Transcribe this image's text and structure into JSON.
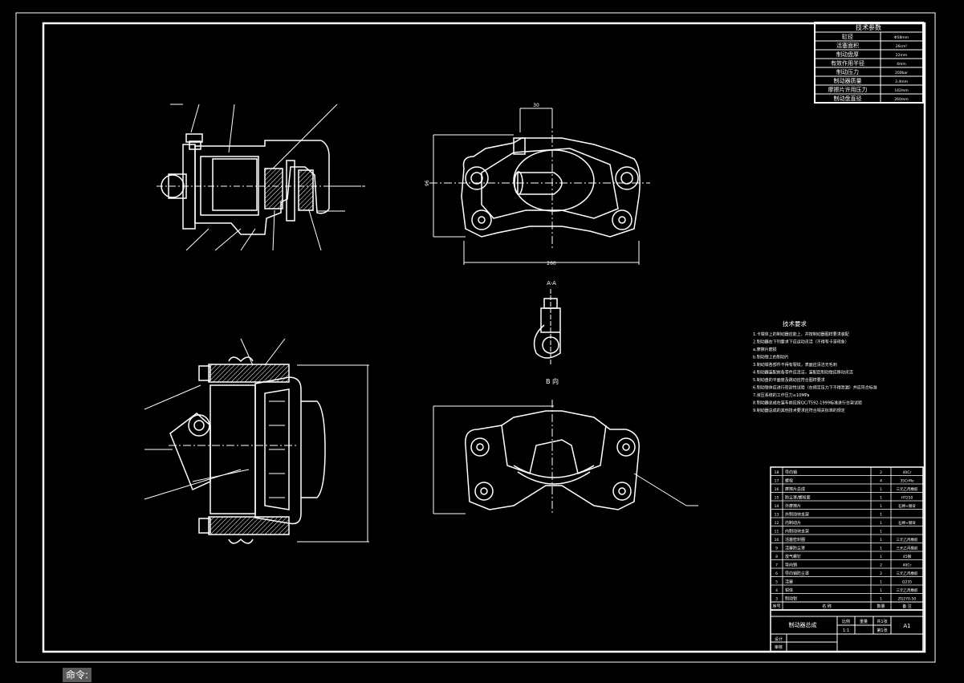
{
  "app": {
    "command_prompt": "命令:"
  },
  "specs_table": {
    "title": "技术参数",
    "rows": [
      {
        "label": "缸径",
        "value": "Φ58mm"
      },
      {
        "label": "活塞面积",
        "value": "26cm²"
      },
      {
        "label": "制动盘厚",
        "value": "22mm"
      },
      {
        "label": "有效作用半径",
        "value": "4mm"
      },
      {
        "label": "制动压力",
        "value": "200bar"
      },
      {
        "label": "制动器质量",
        "value": "3.4mm"
      },
      {
        "label": "摩擦片许用压力",
        "value": "142mm"
      },
      {
        "label": "制动盘直径",
        "value": "260mm"
      }
    ]
  },
  "tech_requirements": {
    "title": "技术要求",
    "lines": [
      "1.卡钳体上的制动器应能上、并按制动器图样要求装配",
      "2.制动器在下列要求下应运动灵活（不得有卡滞现象）",
      "  a.摩擦片磨损",
      "  b.制动钳上的制动片",
      "3.制动钳各部件不得有裂纹，表面应清洁无毛刺",
      "4.制动器装配前各零件应清洁，装配后制动钳应移动灵活",
      "5.制动盘的平面度及跳动应符合图样要求",
      "6.制动钳体应进行密封性试验（在规定压力下不得泄漏）并应符合标准",
      "7.液压系统的工作压力≤10MPa",
      "8.制动器总成在装车前应按QC/T592-1999标准进行台架试验",
      "9.制动器总成的其他技术要求应符合相关标准的规定"
    ]
  },
  "views": {
    "section_label": "A-A",
    "direction_label": "B 向"
  },
  "parts_list": {
    "header": {
      "no": "序号",
      "name": "名 称",
      "qty": "数量",
      "material": "备 注"
    },
    "rows": [
      {
        "no": "18",
        "name": "导向销",
        "qty": "2",
        "material": "40Cr"
      },
      {
        "no": "17",
        "name": "螺栓",
        "qty": "4",
        "material": "35CrMo"
      },
      {
        "no": "16",
        "name": "摩擦片总成",
        "qty": "1",
        "material": "三元乙丙橡胶"
      },
      {
        "no": "15",
        "name": "防尘罩/螺栓套",
        "qty": "1",
        "material": "HT250"
      },
      {
        "no": "14",
        "name": "外摩擦片",
        "qty": "1",
        "material": "石棉+钢背"
      },
      {
        "no": "13",
        "name": "外制动块支架",
        "qty": "1",
        "material": ""
      },
      {
        "no": "12",
        "name": "内制动片",
        "qty": "1",
        "material": "石棉+钢背"
      },
      {
        "no": "11",
        "name": "内制动块支架",
        "qty": "1",
        "material": ""
      },
      {
        "no": "10",
        "name": "活塞密封圈",
        "qty": "1",
        "material": "三元乙丙橡胶"
      },
      {
        "no": "9",
        "name": "活塞防尘罩",
        "qty": "1",
        "material": "三元乙丙橡胶"
      },
      {
        "no": "8",
        "name": "放气螺钉",
        "qty": "1",
        "material": "45钢"
      },
      {
        "no": "7",
        "name": "导向销",
        "qty": "2",
        "material": "40Cr"
      },
      {
        "no": "6",
        "name": "导向销防尘罩",
        "qty": "2",
        "material": "三元乙丙橡胶"
      },
      {
        "no": "5",
        "name": "活塞",
        "qty": "1",
        "material": "Q235"
      },
      {
        "no": "4",
        "name": "钳体",
        "qty": "1",
        "material": "三元乙丙橡胶"
      },
      {
        "no": "3",
        "name": "制动钳",
        "qty": "1",
        "material": "ZG270-50"
      }
    ]
  },
  "title_block": {
    "drawing_name": "制动器总成",
    "scale_label": "比例",
    "weight_label": "重量",
    "scale": "1:1",
    "sheet_total": "共1张",
    "sheet_no": "第1张",
    "format": "A1",
    "designer_label": "设计",
    "reviewer_label": "审核"
  },
  "dimensions": {
    "top_width": "260",
    "top_height": "96",
    "top_small": "30"
  },
  "colors": {
    "background": "#000000",
    "line": "#ffffff",
    "cmdbar": "#5a5a5a"
  }
}
